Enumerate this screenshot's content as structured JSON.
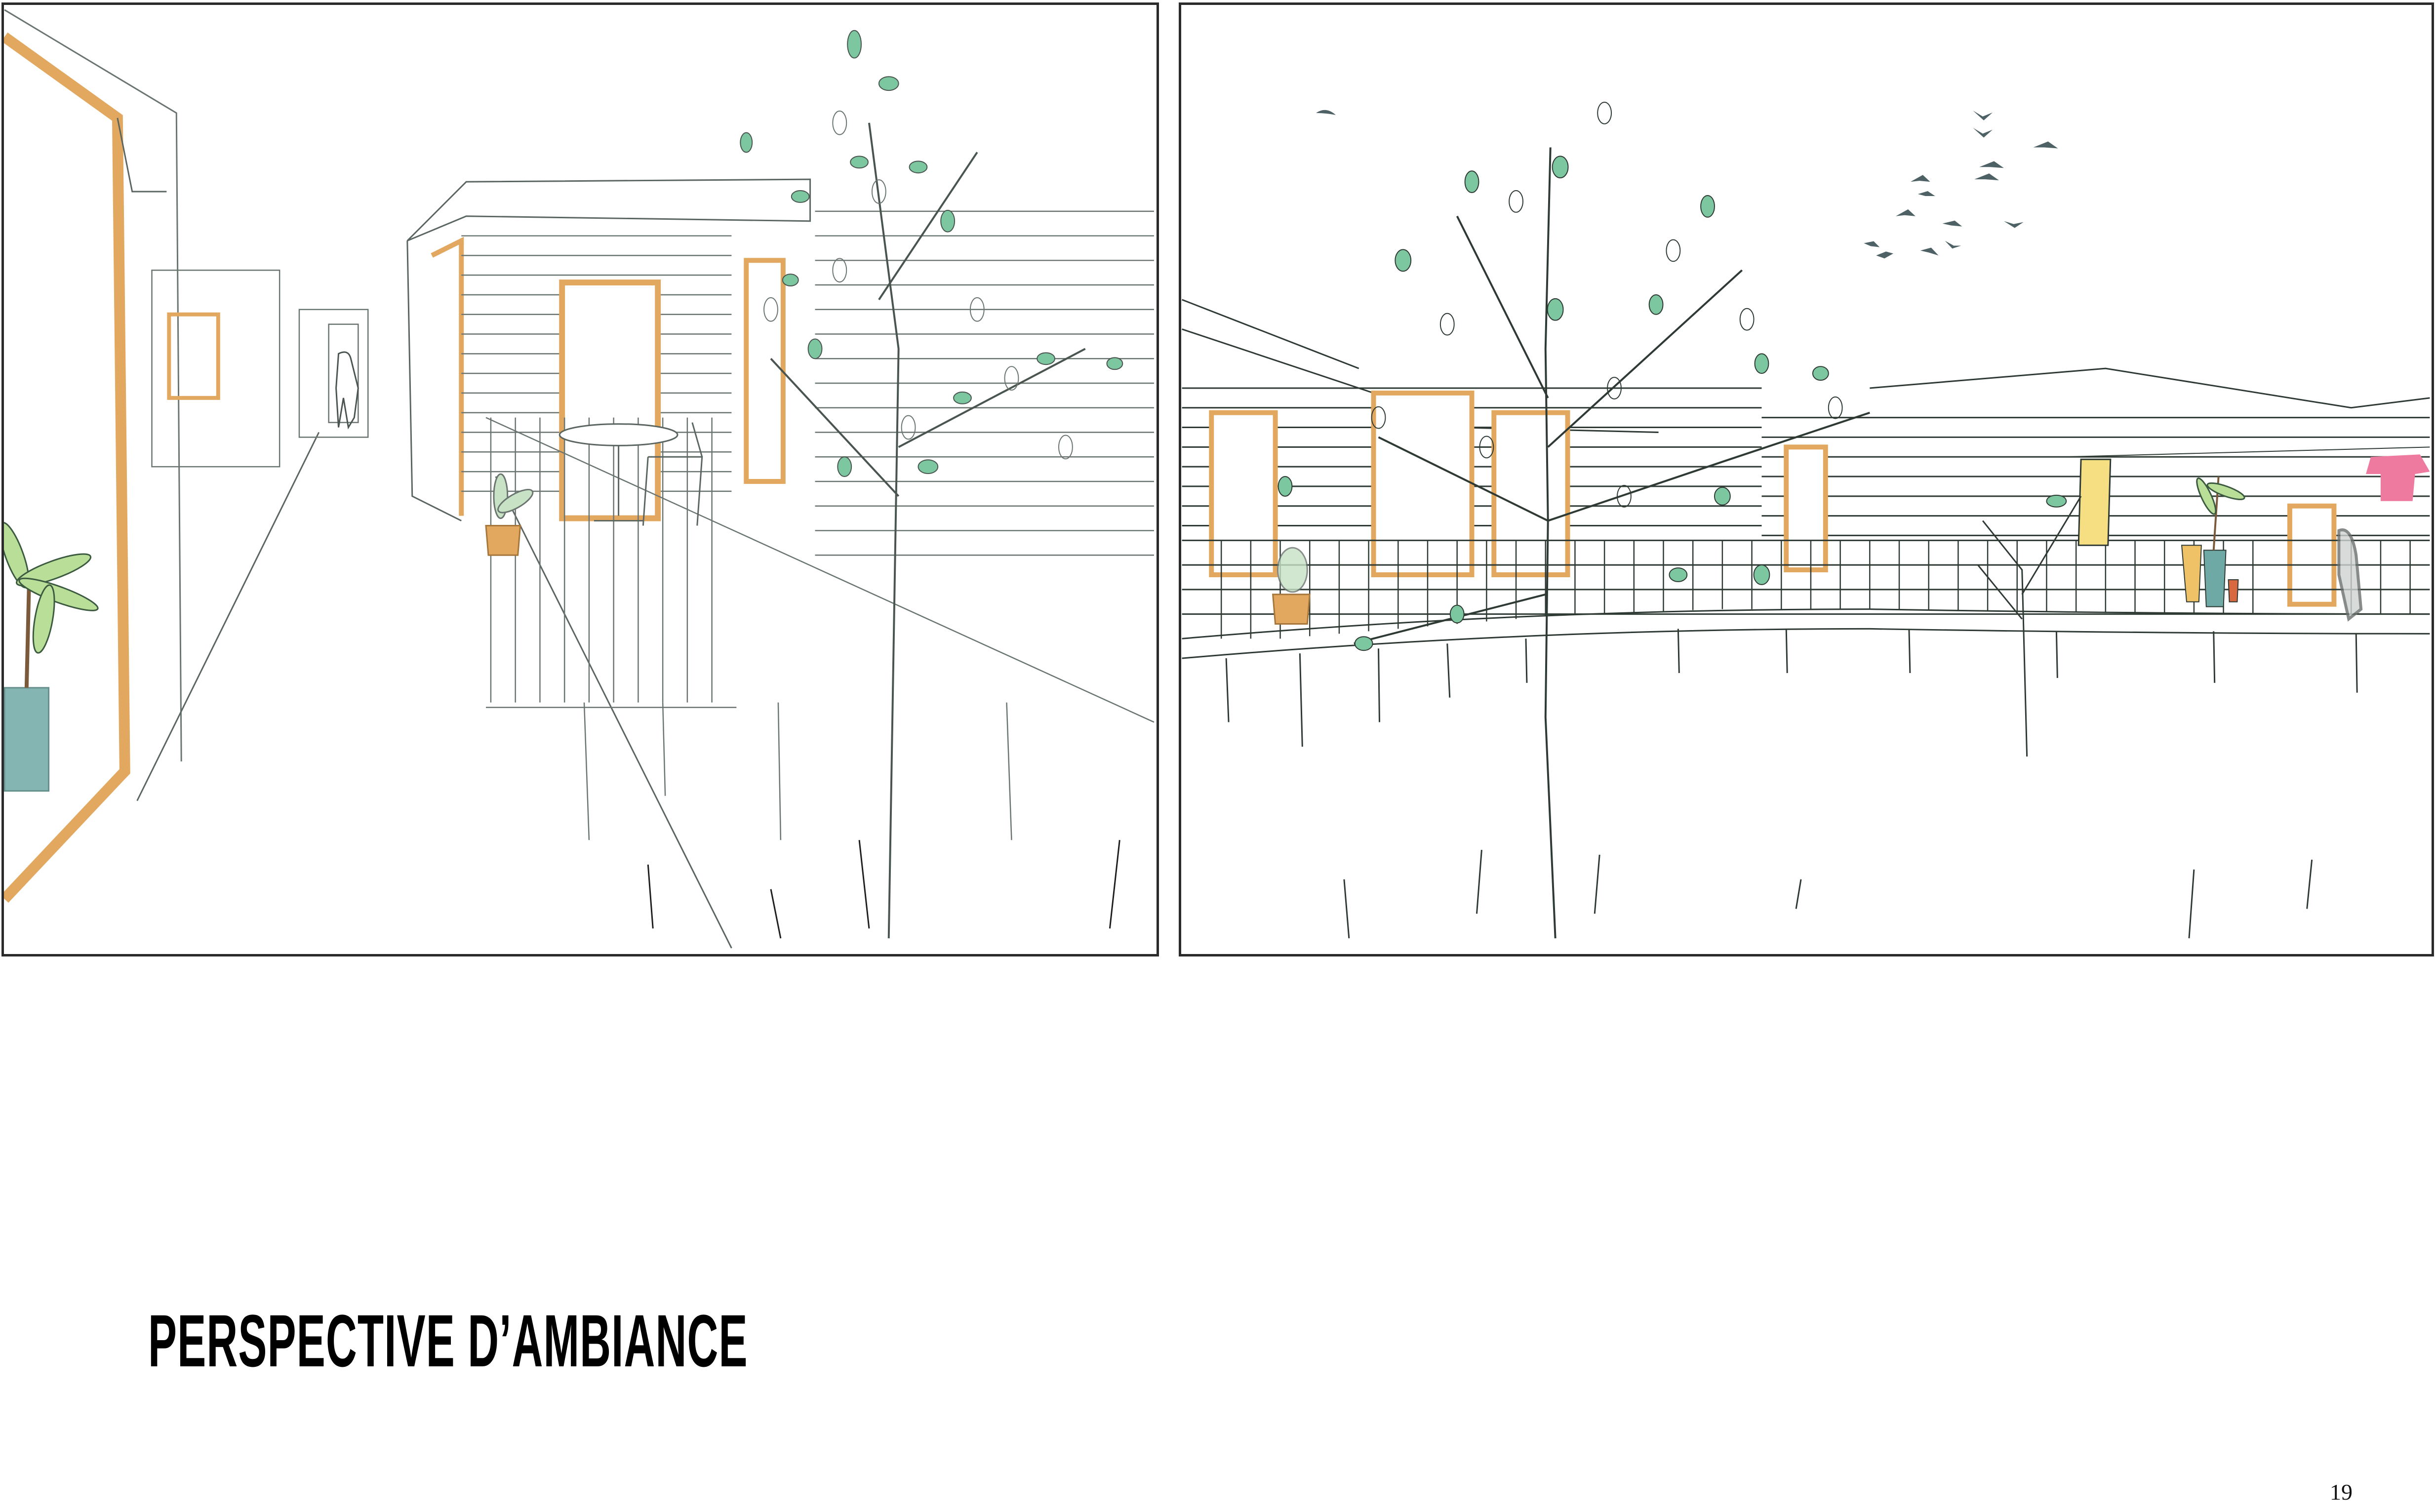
{
  "page": {
    "title": "PERSPECTIVE D’AMBIANCE",
    "page_number": "19"
  },
  "illustrations": [
    {
      "id": "left",
      "description": "Hand-drawn perspective sketch of a narrow alley between wooden-clad houses on stilts, with a person walking in the distance, a terrace with table and chair, potted plants and a young tree",
      "elements": [
        "wooden cladding",
        "orange timber door and window frames",
        "terrace with round table and chair",
        "potted plant",
        "person in alley",
        "young tree with green leaves",
        "wild grasses"
      ]
    },
    {
      "id": "right",
      "description": "Hand-drawn perspective sketch of a garden facing raised wooden houses with a fenced walkway, trees, flock of birds, laundry hanging (yellow towel, pink shirt) and potted plants",
      "elements": [
        "raised wooden houses",
        "fenced walkway on stilts",
        "large tree",
        "small tree",
        "flock of birds",
        "yellow towel",
        "pink t-shirt",
        "potted plants",
        "person at doorway"
      ]
    }
  ],
  "colors": {
    "ink": "#4a5550",
    "wood": "#e2a860",
    "leaf": "#7cc7a0",
    "pot_teal": "#6fa9a5",
    "towel_yellow": "#f6df83",
    "shirt_pink": "#ee7aa0",
    "frame_border": "#2b2b2b"
  }
}
